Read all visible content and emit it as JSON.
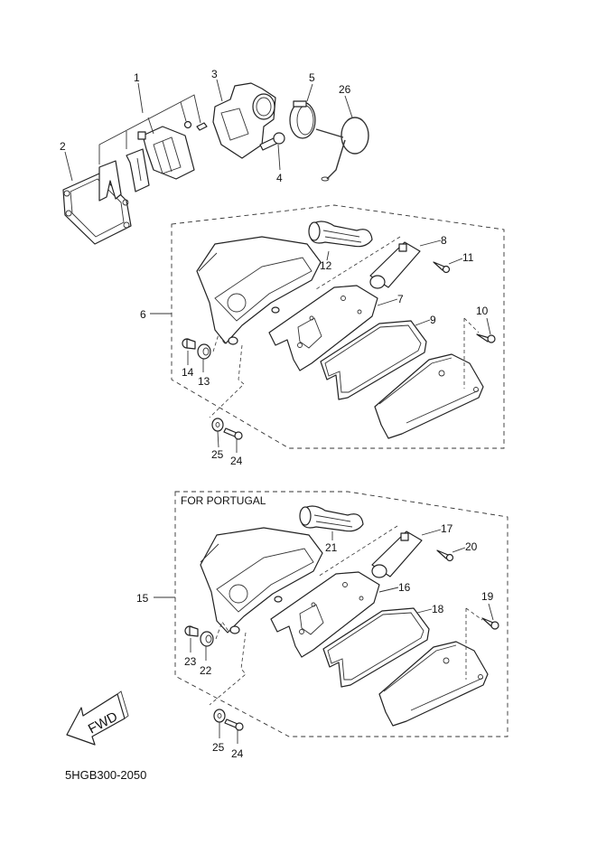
{
  "diagram": {
    "title_code": "5HGB300-2050",
    "fwd_label": "FWD",
    "groups": [
      {
        "name": "reed-valve-and-joint",
        "parts": [
          {
            "ref": "1",
            "desc": "reed valve assembly"
          },
          {
            "ref": "2",
            "desc": "gasket"
          },
          {
            "ref": "3",
            "desc": "intake joint"
          },
          {
            "ref": "4",
            "desc": "bolt"
          },
          {
            "ref": "5",
            "desc": "hose clamp"
          },
          {
            "ref": "26",
            "desc": "wire clip"
          }
        ]
      },
      {
        "name": "air-filter-case",
        "assembly_ref": "6",
        "parts": [
          {
            "ref": "6",
            "desc": "air filter case assembly"
          },
          {
            "ref": "7",
            "desc": "element"
          },
          {
            "ref": "8",
            "desc": "intake duct"
          },
          {
            "ref": "9",
            "desc": "gasket"
          },
          {
            "ref": "10",
            "desc": "screw"
          },
          {
            "ref": "11",
            "desc": "screw"
          },
          {
            "ref": "12",
            "desc": "joint hose"
          },
          {
            "ref": "13",
            "desc": "damper"
          },
          {
            "ref": "14",
            "desc": "collar"
          },
          {
            "ref": "24",
            "desc": "bolt"
          },
          {
            "ref": "25",
            "desc": "washer"
          }
        ]
      },
      {
        "name": "air-filter-case-portugal",
        "note": "FOR PORTUGAL",
        "assembly_ref": "15",
        "parts": [
          {
            "ref": "15",
            "desc": "air filter case assembly"
          },
          {
            "ref": "16",
            "desc": "element"
          },
          {
            "ref": "17",
            "desc": "intake duct"
          },
          {
            "ref": "18",
            "desc": "gasket"
          },
          {
            "ref": "19",
            "desc": "screw"
          },
          {
            "ref": "20",
            "desc": "screw"
          },
          {
            "ref": "21",
            "desc": "joint hose"
          },
          {
            "ref": "22",
            "desc": "damper"
          },
          {
            "ref": "23",
            "desc": "collar"
          },
          {
            "ref": "24",
            "desc": "bolt"
          },
          {
            "ref": "25",
            "desc": "washer"
          }
        ]
      }
    ],
    "labels": {
      "l1": "1",
      "l2": "2",
      "l3": "3",
      "l4": "4",
      "l5": "5",
      "l26": "26",
      "l6": "6",
      "l7": "7",
      "l8": "8",
      "l9": "9",
      "l10": "10",
      "l11": "11",
      "l12": "12",
      "l13": "13",
      "l14": "14",
      "l24a": "24",
      "l25a": "25",
      "l15": "15",
      "l16": "16",
      "l17": "17",
      "l18": "18",
      "l19": "19",
      "l20": "20",
      "l21": "21",
      "l22": "22",
      "l23": "23",
      "l24b": "24",
      "l25b": "25"
    }
  }
}
